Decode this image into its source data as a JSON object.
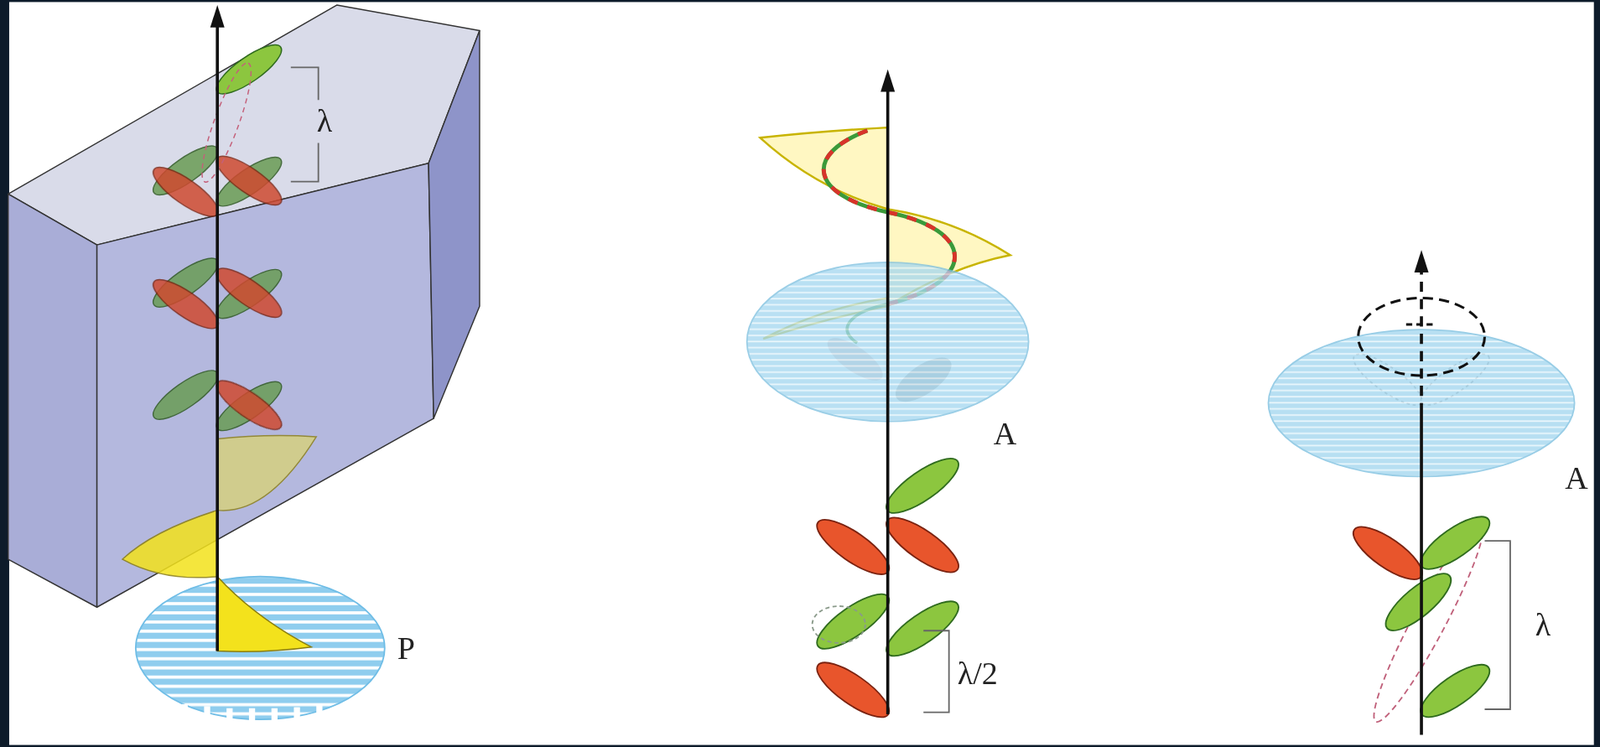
{
  "diagram": {
    "labels": [
      "λ",
      "P",
      "A",
      "λ/2",
      "A",
      "λ"
    ]
  }
}
